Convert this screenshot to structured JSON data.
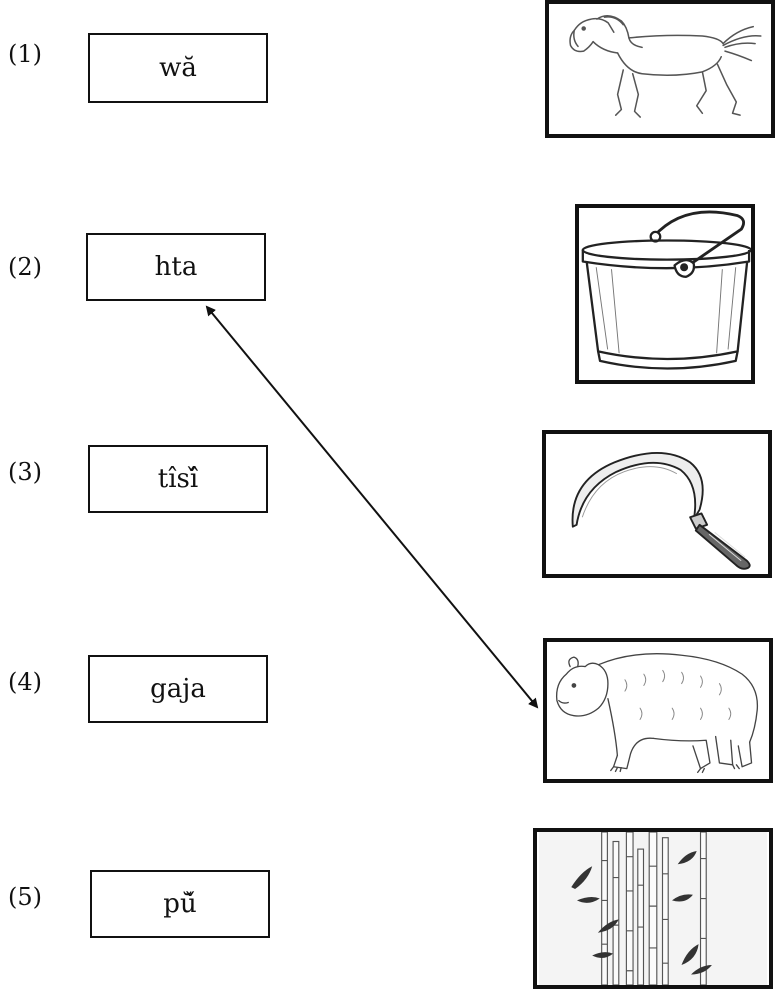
{
  "items": [
    {
      "number": "(1)",
      "word": "wă"
    },
    {
      "number": "(2)",
      "word": "hta"
    },
    {
      "number": "(3)",
      "word": "tîsî̌"
    },
    {
      "number": "(4)",
      "word": "gaja"
    },
    {
      "number": "(5)",
      "word": "pŭ̌"
    }
  ],
  "pictures": [
    {
      "icon": "horse-icon"
    },
    {
      "icon": "bucket-icon"
    },
    {
      "icon": "sickle-icon"
    },
    {
      "icon": "bear-icon"
    },
    {
      "icon": "bamboo-icon"
    }
  ],
  "connection": {
    "from_item": "(2)",
    "to_picture": "bear-icon",
    "double_arrow": true
  }
}
